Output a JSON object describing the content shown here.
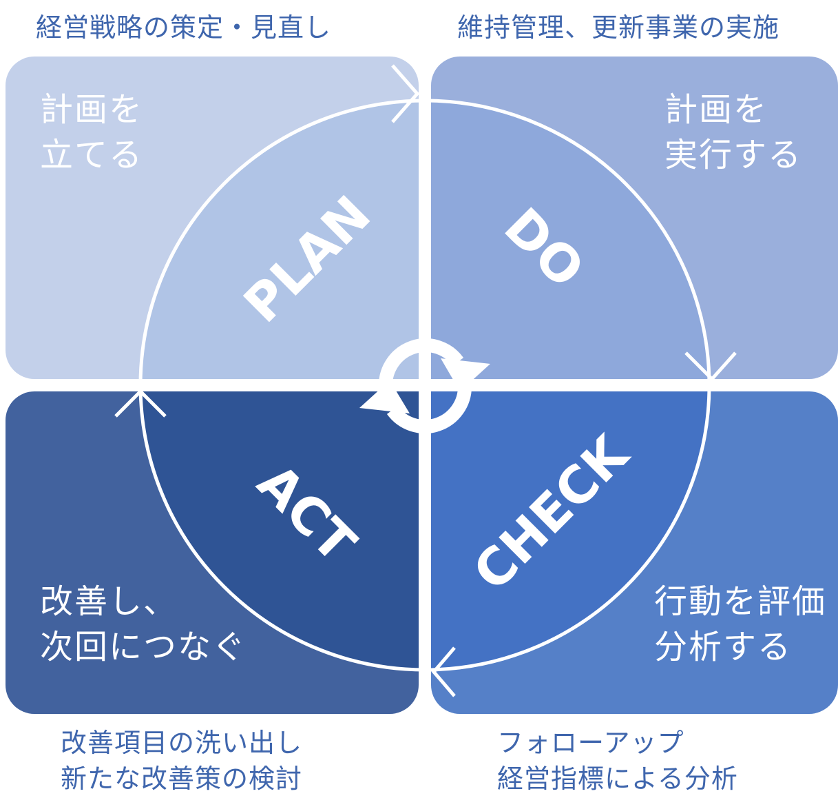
{
  "captions": {
    "top_left": "経営戦略の策定・見直し",
    "top_right": "維持管理、更新事業の実施",
    "bottom_left": [
      "改善項目の洗い出し",
      "新たな改善策の検討"
    ],
    "bottom_right": [
      "フォローアップ",
      "経営指標による分析"
    ]
  },
  "quadrants": {
    "plan": {
      "label": "PLAN",
      "desc": [
        "計画を",
        "立てる"
      ],
      "color": "#c3d0ea",
      "inner_color": "#b0c4e6"
    },
    "do": {
      "label": "DO",
      "desc": [
        "計画を",
        "実行する"
      ],
      "color": "#9aafdc",
      "inner_color": "#8ea8db"
    },
    "act": {
      "label": "ACT",
      "desc": [
        "改善し、",
        "次回につなぐ"
      ],
      "color": "#42629e",
      "inner_color": "#2f5495"
    },
    "check": {
      "label": "CHECK",
      "desc": [
        "行動を評価",
        "分析する"
      ],
      "color": "#5580c8",
      "inner_color": "#4472c4"
    }
  },
  "caption_color": "#3f66ad"
}
